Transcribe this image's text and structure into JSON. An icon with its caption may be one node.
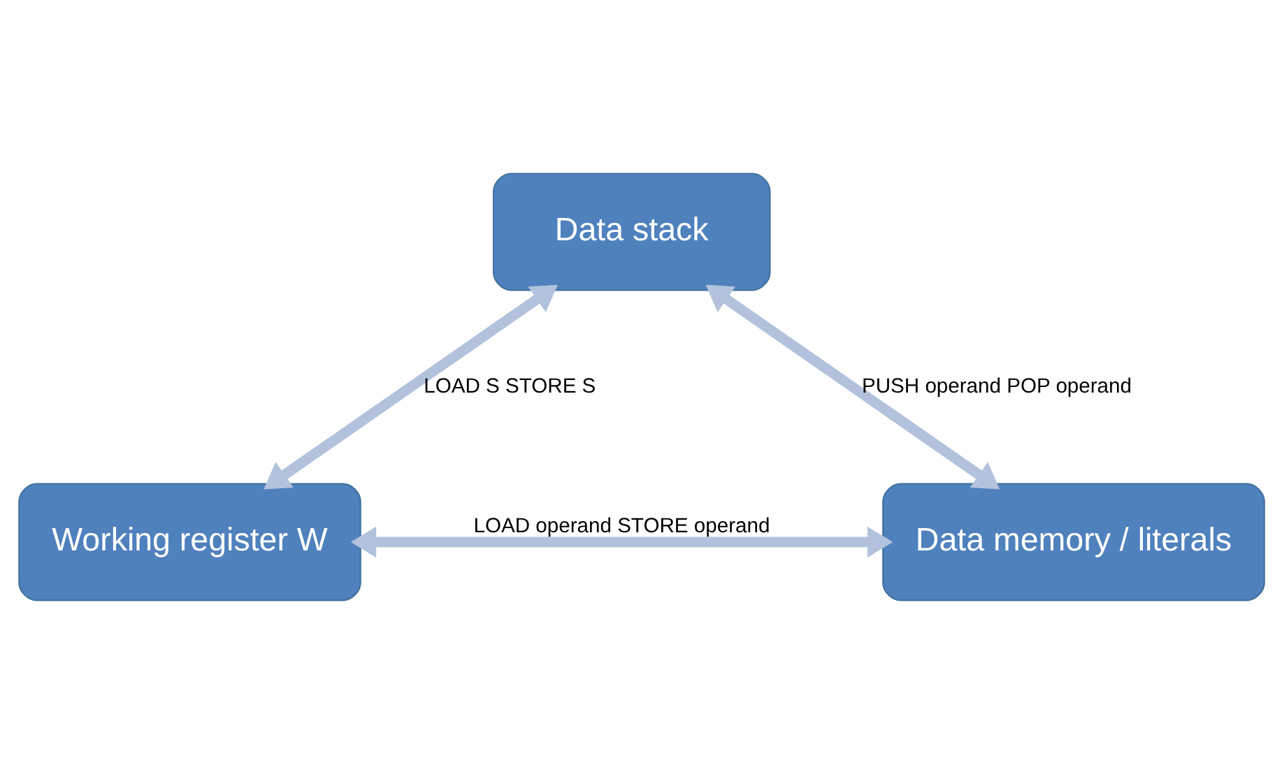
{
  "diagram": {
    "nodes": [
      {
        "text": [
          "Data stack"
        ]
      },
      {
        "text": [
          "Working register W"
        ]
      },
      {
        "text": [
          "Data memory / literals"
        ]
      }
    ],
    "edges": [
      {
        "from": 0,
        "to": 1,
        "arrow": "both",
        "label": "LOAD S STORE S"
      },
      {
        "from": 0,
        "to": 2,
        "arrow": "both",
        "label": "PUSH operand POP operand"
      },
      {
        "from": 1,
        "to": 2,
        "arrow": "both",
        "label": "LOAD operand STORE operand"
      }
    ]
  }
}
